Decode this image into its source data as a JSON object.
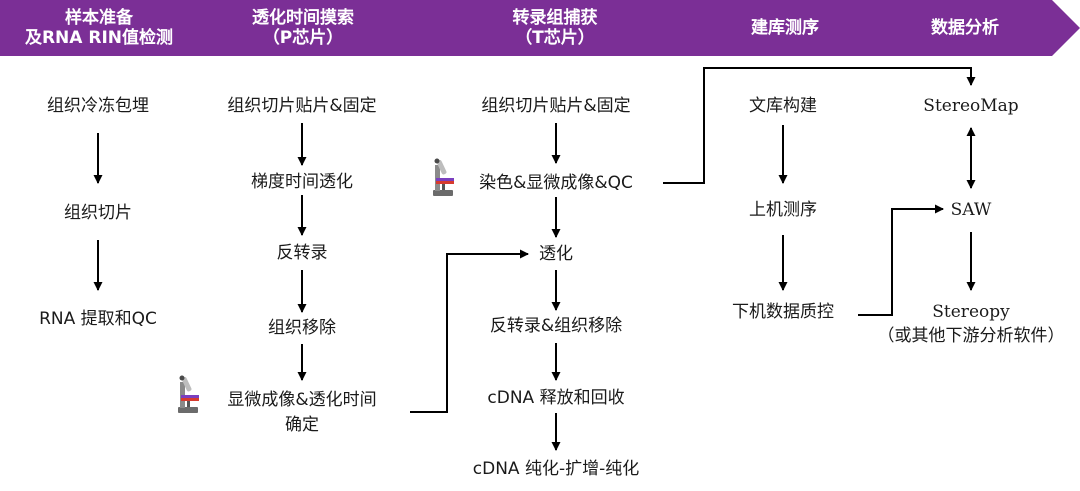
{
  "header": {
    "colors": {
      "band": "#7b2f96",
      "text": "#ffffff"
    },
    "stages": [
      {
        "line1": "样本准备",
        "line2": "及RNA RIN值检测"
      },
      {
        "line1": "透化时间摸索",
        "line2": "（P芯片）"
      },
      {
        "line1": "转录组捕获",
        "line2": "（T芯片）"
      },
      {
        "line1": "建库测序",
        "line2": ""
      },
      {
        "line1": "数据分析",
        "line2": ""
      }
    ]
  },
  "columns": {
    "sample_prep": [
      "组织冷冻包埋",
      "组织切片",
      "RNA 提取和QC"
    ],
    "p_chip": [
      "组织切片贴片&固定",
      "梯度时间透化",
      "反转录",
      "组织移除",
      "显微成像&透化时间",
      "确定"
    ],
    "t_chip": [
      "组织切片贴片&固定",
      "染色&显微成像&QC",
      "透化",
      "反转录&组织移除",
      "cDNA 释放和回收",
      "cDNA 纯化-扩增-纯化"
    ],
    "sequencing": [
      "文库构建",
      "上机测序",
      "下机数据质控"
    ],
    "analysis": [
      "StereoMap",
      "SAW",
      "Stereopy",
      "（或其他下游分析软件）"
    ]
  },
  "icons": {
    "microscope": "microscope-icon"
  }
}
